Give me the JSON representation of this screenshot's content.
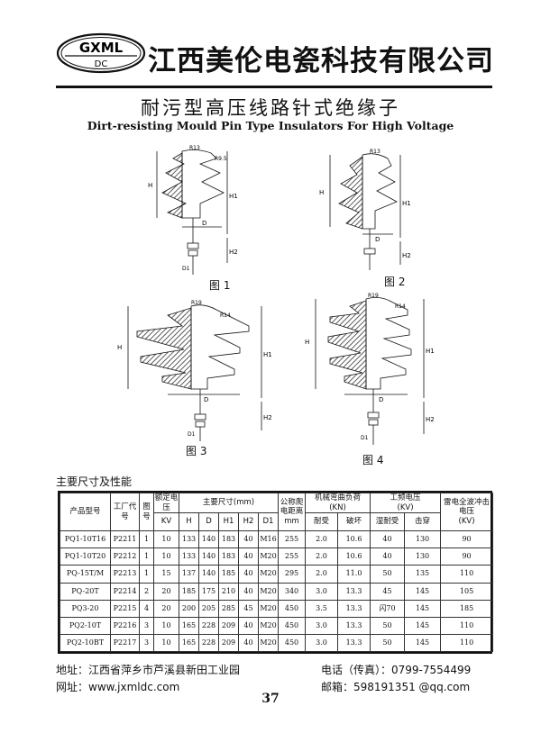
{
  "company": {
    "logo_top": "GXML",
    "logo_bottom": "DC",
    "name": "江西美伦电瓷科技有限公司"
  },
  "title": {
    "cn": "耐污型高压线路针式绝缘子",
    "en": "Dirt-resisting Mould Pin Type Insulators For High Voltage"
  },
  "figures": [
    {
      "caption": "图 1",
      "labels": {
        "r1": "R13",
        "r2": "R9.5",
        "h": "H",
        "h1": "H1",
        "h2": "H2",
        "d": "D",
        "d1": "D1"
      }
    },
    {
      "caption": "图 2",
      "labels": {
        "r1": "R13",
        "h": "H",
        "h1": "H1",
        "h2": "H2",
        "d": "D"
      }
    },
    {
      "caption": "图 3",
      "labels": {
        "r1": "R19",
        "r2": "R14",
        "h": "H",
        "h1": "H1",
        "h2": "H2",
        "d": "D",
        "d1": "D1"
      }
    },
    {
      "caption": "图 4",
      "labels": {
        "r1": "R19",
        "r2": "R14",
        "h": "H",
        "h1": "H1",
        "h2": "H2",
        "d": "D",
        "d1": "D1"
      }
    }
  ],
  "table": {
    "section_label": "主要尺寸及性能",
    "headers": {
      "model": "产品型号",
      "factory_code": "工厂代号",
      "figure": "图号",
      "rated_voltage": "额定电压",
      "rated_voltage_unit": "KV",
      "dimensions": "主要尺寸(mm)",
      "dim_h": "H",
      "dim_d": "D",
      "dim_h1": "H1",
      "dim_h2": "H2",
      "dim_d1": "D1",
      "creepage": "公称爬电距离",
      "creepage_unit": "mm",
      "mech_load": "机械弯曲负荷",
      "mech_load_unit": "(KN)",
      "mech_withstand": "耐受",
      "mech_break": "破坏",
      "pf_voltage": "工频电压",
      "pf_voltage_unit": "(KV)",
      "pf_wet": "湿耐受",
      "pf_puncture": "击穿",
      "impulse": "雷电全波冲击电压",
      "impulse_unit": "(KV)"
    },
    "rows": [
      [
        "PQ1-10T16",
        "P2211",
        "1",
        "10",
        "133",
        "140",
        "183",
        "40",
        "M16",
        "255",
        "2.0",
        "10.6",
        "40",
        "130",
        "90"
      ],
      [
        "PQ1-10T20",
        "P2212",
        "1",
        "10",
        "133",
        "140",
        "183",
        "40",
        "M20",
        "255",
        "2.0",
        "10.6",
        "40",
        "130",
        "90"
      ],
      [
        "PQ-15T/M",
        "P2213",
        "1",
        "15",
        "137",
        "140",
        "185",
        "40",
        "M20",
        "295",
        "2.0",
        "11.0",
        "50",
        "135",
        "110"
      ],
      [
        "PQ-20T",
        "P2214",
        "2",
        "20",
        "185",
        "175",
        "210",
        "40",
        "M20",
        "340",
        "3.0",
        "13.3",
        "45",
        "145",
        "105"
      ],
      [
        "PQ3-20",
        "P2215",
        "4",
        "20",
        "200",
        "205",
        "285",
        "45",
        "M20",
        "450",
        "3.5",
        "13.3",
        "闪70",
        "145",
        "185"
      ],
      [
        "PQ2-10T",
        "P2216",
        "3",
        "10",
        "165",
        "228",
        "209",
        "40",
        "M20",
        "450",
        "3.0",
        "13.3",
        "50",
        "145",
        "110"
      ],
      [
        "PQ2-10BT",
        "P2217",
        "3",
        "10",
        "165",
        "228",
        "209",
        "40",
        "M20",
        "450",
        "3.0",
        "13.3",
        "50",
        "145",
        "110"
      ]
    ]
  },
  "footer": {
    "address": "地址：江西省萍乡市芦溪县新田工业园",
    "phone": "电话（传真）：0799-7554499",
    "website": "网址：www.jxmldc.com",
    "email": "邮箱：598191351 @qq.com",
    "page": "37"
  }
}
